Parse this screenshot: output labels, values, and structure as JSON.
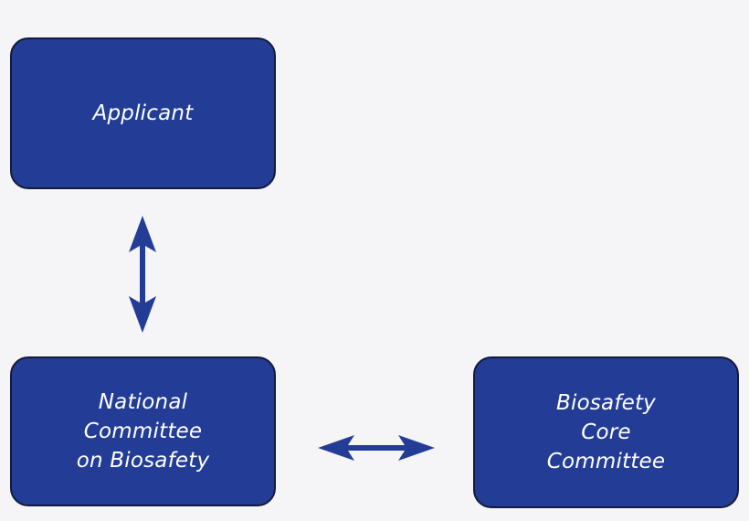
{
  "diagram": {
    "colors": {
      "box_fill": "#233d97",
      "box_border": "#141a3a",
      "arrow": "#233d97",
      "text": "#ffffff",
      "background": "#f5f5f7"
    },
    "nodes": {
      "applicant": {
        "label": "Applicant"
      },
      "national_committee": {
        "label": "National\nCommittee\non Biosafety"
      },
      "core_committee": {
        "label": "Biosafety\nCore\nCommittee"
      }
    },
    "edges": [
      {
        "from": "applicant",
        "to": "national_committee",
        "direction": "bidirectional",
        "icon": "double-headed-vertical-arrow"
      },
      {
        "from": "national_committee",
        "to": "core_committee",
        "direction": "bidirectional",
        "icon": "double-headed-horizontal-arrow"
      }
    ]
  }
}
